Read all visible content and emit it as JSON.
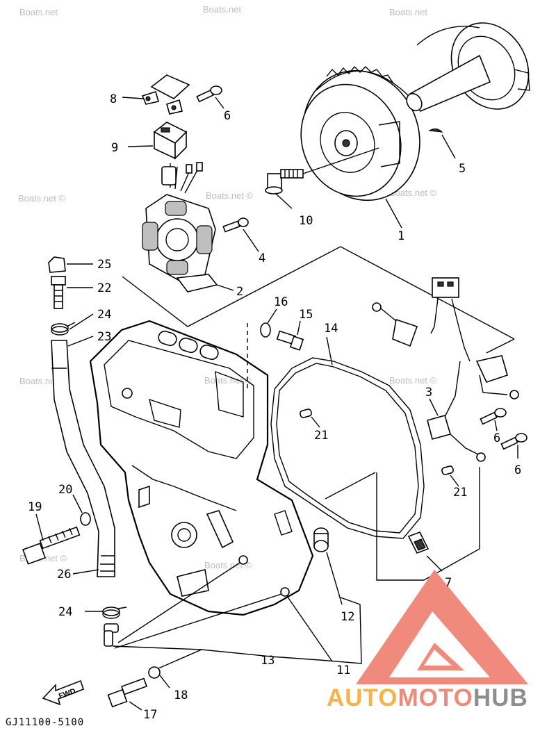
{
  "callouts": {
    "c1": "1",
    "c2": "2",
    "c3": "3",
    "c4": "4",
    "c5": "5",
    "c6a": "6",
    "c6b": "6",
    "c6c": "6",
    "c7": "7",
    "c8": "8",
    "c9": "9",
    "c10": "10",
    "c11": "11",
    "c12": "12",
    "c13": "13",
    "c14": "14",
    "c15": "15",
    "c16": "16",
    "c17": "17",
    "c18": "18",
    "c19": "19",
    "c20": "20",
    "c21a": "21",
    "c21b": "21",
    "c22": "22",
    "c23": "23",
    "c24a": "24",
    "c24b": "24",
    "c25": "25",
    "c26": "26"
  },
  "drawing_code": "GJ11100-5100",
  "fwd_label": "FWD",
  "watermarks": {
    "w1": "Boats.net",
    "w2": "Boats.net",
    "w3": "Boats.net",
    "w4": "Boats.net ©",
    "w5": "Boats.net ©",
    "w6": "Boats.net ©",
    "w7": "Boats.net ©",
    "w8": "Boats.net ©",
    "w9": "Boats.net ©",
    "w10": "Boats.net ©",
    "w11": "Boats.net ©"
  },
  "brand": {
    "part1": "AUTO",
    "part2": "MOTO",
    "part3": "HUB"
  },
  "colors": {
    "brand_orange": "#f6b34a",
    "brand_salmon": "#f08a7c",
    "brand_gray": "#8e8e8e"
  }
}
